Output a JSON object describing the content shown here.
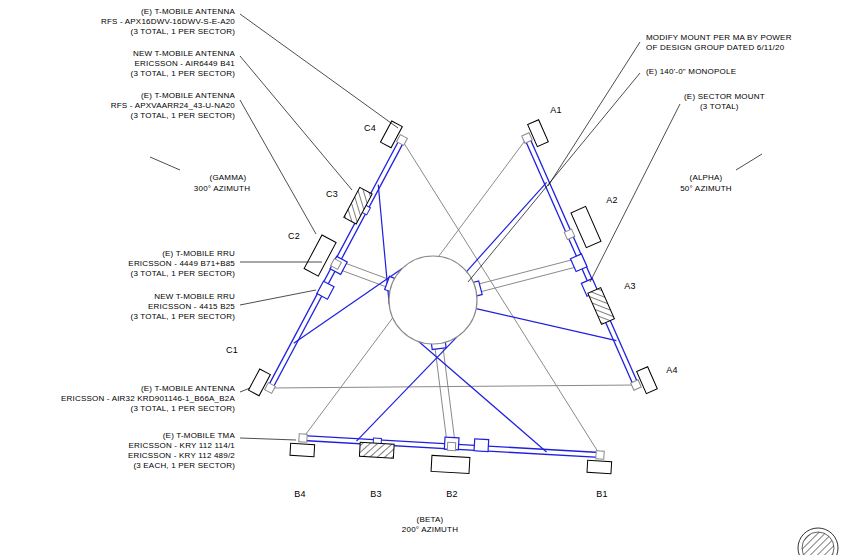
{
  "diagram": {
    "labels": [
      "(E) T-MOBILE ANTENNA",
      "RFS - APX16DWV-16DWV-S-E-A20",
      "(3 TOTAL, 1 PER SECTOR)",
      "NEW T-MOBILE ANTENNA",
      "ERICSSON - AIR6449 B41",
      "(3 TOTAL, 1 PER SECTOR)",
      "(E) T-MOBILE ANTENNA",
      "RFS - APXVAARR24_43-U-NA20",
      "(3 TOTAL, 1 PER SECTOR)",
      "(GAMMA)",
      "300° AZIMUTH",
      "(E) T-MOBILE RRU",
      "ERICSSON - 4449 B71+B85",
      "(3 TOTAL, 1 PER SECTOR)",
      "NEW T-MOBILE RRU",
      "ERICSSON - 4415 B25",
      "(3 TOTAL, 1 PER SECTOR)",
      "(E) T-MOBILE ANTENNA",
      "ERICSSON - AIR32 KRD901146-1_B66A_B2A",
      "(3 TOTAL, 1 PER SECTOR)",
      "(E) T-MOBILE TMA",
      "ERICSSON - KRY 112 114/1",
      "ERICSSON - KRY 112 489/2",
      "(3 EACH, 1 PER SECTOR)",
      "MODIFY MOUNT PER MA BY POWER",
      "OF DESIGN GROUP DATED 6/11/20",
      "(E) 140'-0\" MONOPOLE",
      "(ALPHA)",
      "50° AZIMUTH",
      "(E) SECTOR MOUNT",
      "(3 TOTAL)",
      "(BETA)",
      "200° AZIMUTH",
      "C4",
      "C3",
      "C2",
      "C1",
      "A1",
      "A2",
      "A3",
      "A4",
      "B4",
      "B3",
      "B2",
      "B1"
    ]
  }
}
